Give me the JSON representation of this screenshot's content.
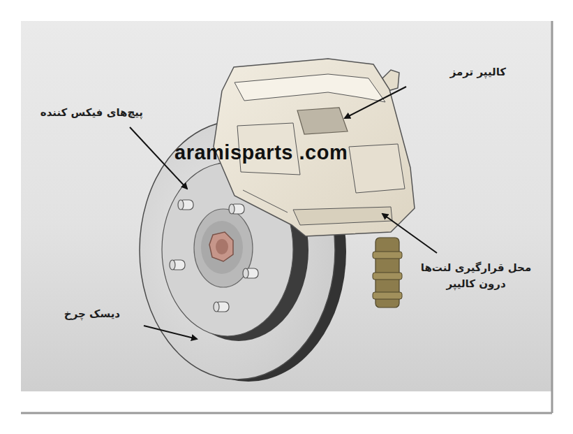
{
  "diagram": {
    "labels": [
      "کالیپر ترمز",
      "پیچ‌های فیکس کننده",
      "aramisparts .com",
      "محل قرارگیری لنت‌ها درون کالیپر",
      "دیسک چرخ"
    ]
  }
}
